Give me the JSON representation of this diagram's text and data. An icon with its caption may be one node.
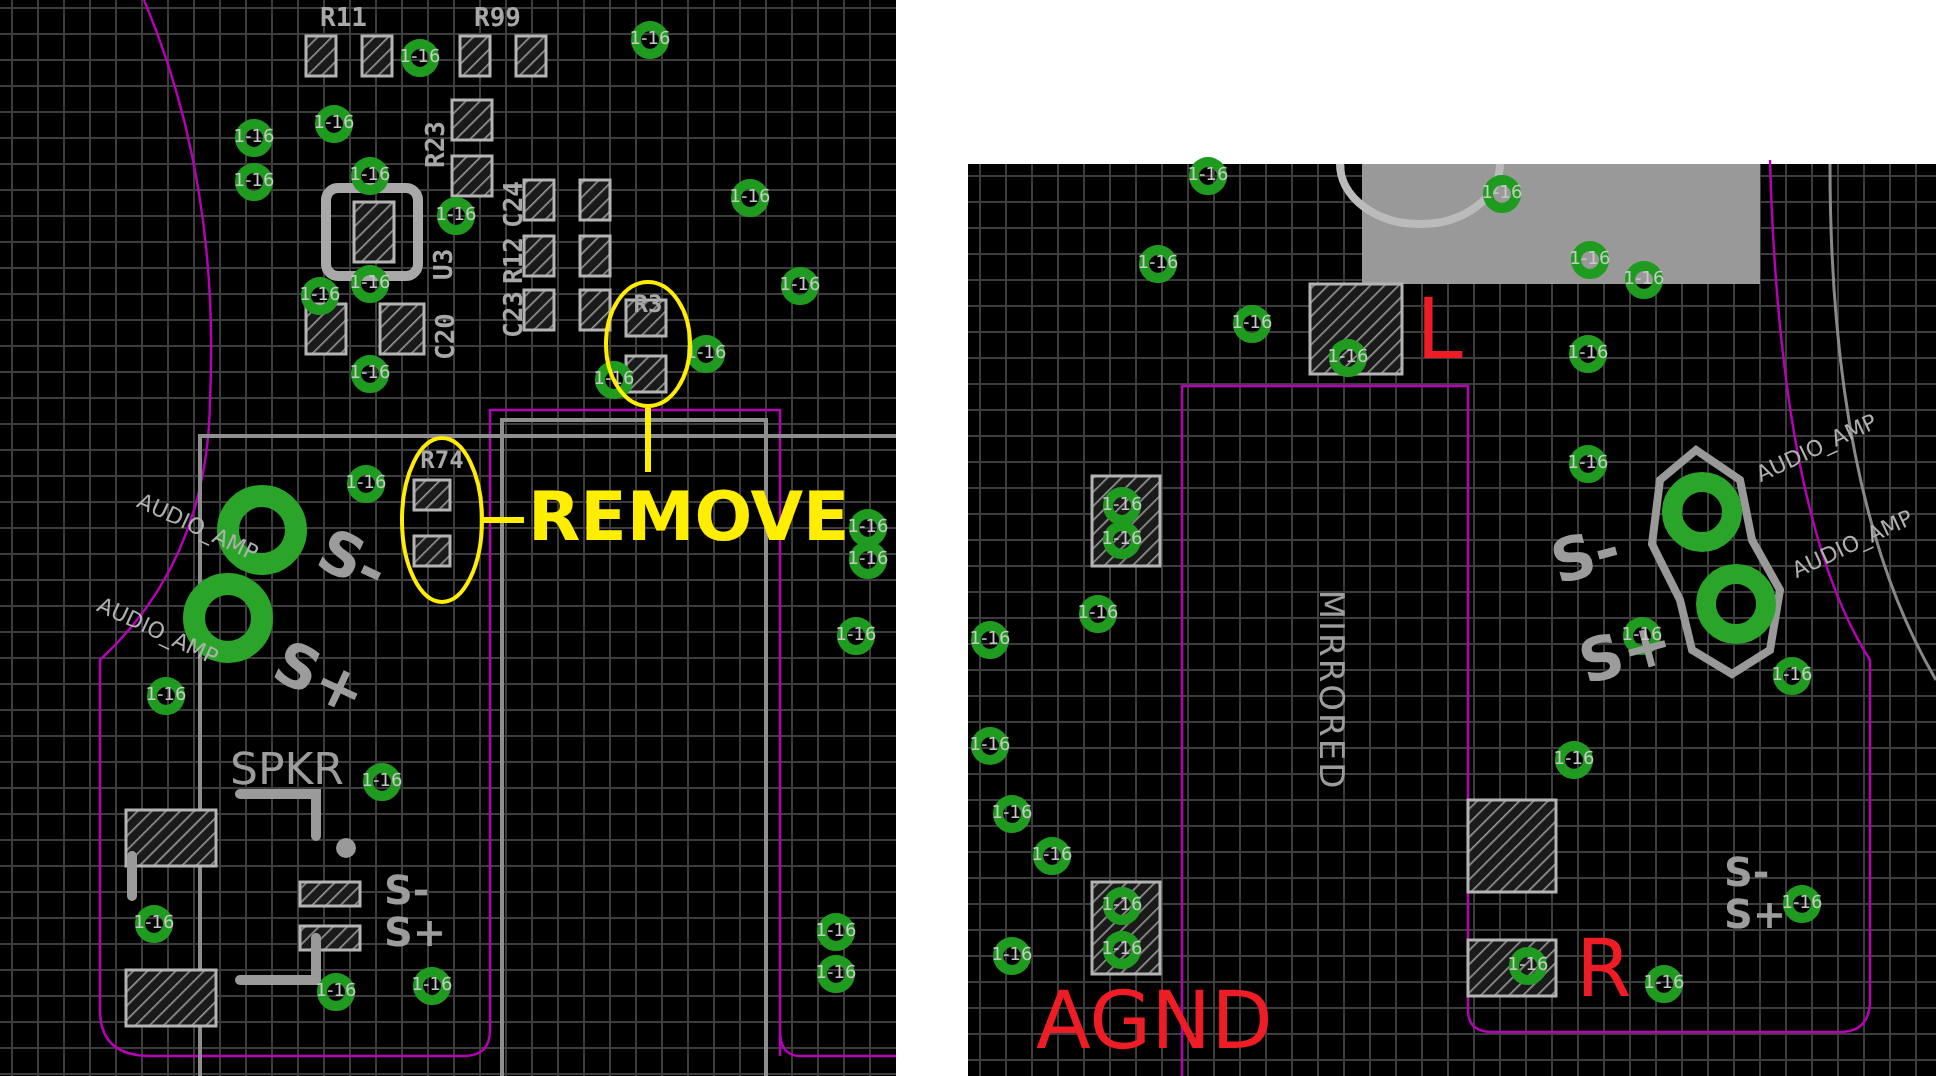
{
  "diagram": {
    "nodes": [
      {
        "text": [
          "REMOVE"
        ]
      },
      {
        "text": [
          "R74"
        ]
      },
      {
        "text": [
          "R3"
        ]
      }
    ],
    "edges": [
      {
        "from": 0,
        "to": 1,
        "arrow": "none"
      },
      {
        "from": 0,
        "to": 2,
        "arrow": "none"
      }
    ],
    "labels": [
      "R11",
      "R99",
      "1-16",
      "1-16",
      "1-16",
      "1-16",
      "R23",
      "1-16",
      "1-16",
      "C24",
      "1-16",
      "1-16",
      "R12",
      "U3",
      "1-16",
      "1-16",
      "1-16",
      "C23",
      "C20",
      "1-16",
      "1-16",
      "1-16",
      "1-16",
      "AUDIO_AMP",
      "S-",
      "1-16",
      "1-16",
      "AUDIO_AMP",
      "S+",
      "1-16",
      "1-16",
      "SPKR",
      "1-16",
      "S-",
      "1-16",
      "S+",
      "1-16",
      "1-16",
      "1-16",
      "1-16",
      "1-16",
      "1-16",
      "1-16",
      "1-16",
      "1-16",
      "L",
      "1-16",
      "1-16",
      "1-16",
      "1-16",
      "AUDIO_AMP",
      "1-16",
      "1-16",
      "S-",
      "MIRRORED",
      "AUDIO_AMP",
      "1-16",
      "1-16",
      "S+",
      "1-16",
      "1-16",
      "1-16",
      "1-16",
      "1-16",
      "1-16",
      "S-",
      "1-16",
      "1-16",
      "S+",
      "1-16",
      "1-16",
      "R",
      "1-16",
      "1-16",
      "AGND"
    ]
  }
}
